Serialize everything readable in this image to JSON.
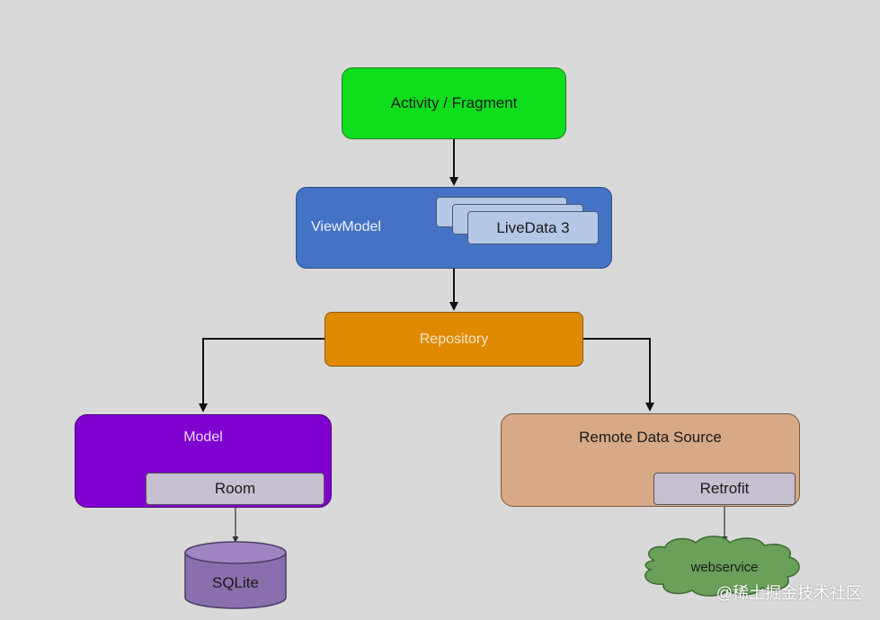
{
  "diagram": {
    "activity": "Activity / Fragment",
    "viewmodel": "ViewModel",
    "livedata": "LiveData 3",
    "repository": "Repository",
    "model": "Model",
    "room": "Room",
    "sqlite": "SQLite",
    "remote": "Remote Data Source",
    "retrofit": "Retrofit",
    "webservice": "webservice"
  },
  "watermark": "@稀土掘金技术社区",
  "colors": {
    "background": "#d9d9d9",
    "activity": "#0ede1c",
    "viewmodel": "#4472c4",
    "livedata": "#b4c7e7",
    "repository": "#e08a00",
    "model": "#8000d0",
    "remote": "#d7a986",
    "inner_box": "#c6bfcf",
    "sqlite": "#8a6fae",
    "webservice": "#6aa05a"
  }
}
